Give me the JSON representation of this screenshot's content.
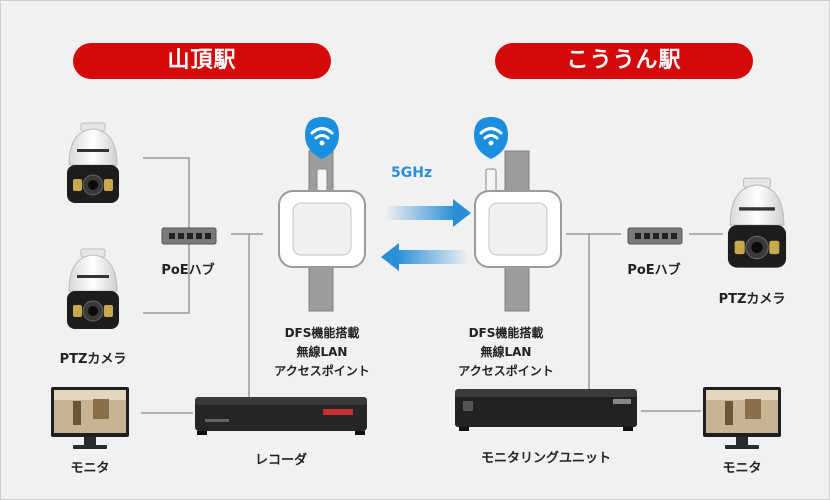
{
  "stations": {
    "left": "山頂駅",
    "right": "こううん駅"
  },
  "labels": {
    "ptz_left": "PTZカメラ",
    "poe_left": "PoEハブ",
    "monitor_left": "モニタ",
    "recorder": "レコーダ",
    "ap_left": [
      "DFS機能搭載",
      "無線LAN",
      "アクセスポイント"
    ],
    "ap_right": [
      "DFS機能搭載",
      "無線LAN",
      "アクセスポイント"
    ],
    "freq": "5GHz",
    "poe_right": "PoEハブ",
    "ptz_right": "PTZカメラ",
    "monitor_right": "モニタ",
    "monitoring_unit": "モニタリングユニット"
  },
  "colors": {
    "station_badge": "#d40a0a",
    "wifi_badge": "#1a8fe0",
    "arrow": "#2a8fd6",
    "cable": "#9a9a9a"
  },
  "icons": [
    "wifi-icon",
    "ptz-camera-icon",
    "poe-hub-icon",
    "monitor-icon",
    "recorder-icon",
    "access-point-icon",
    "arrow-right-icon",
    "arrow-left-icon"
  ]
}
